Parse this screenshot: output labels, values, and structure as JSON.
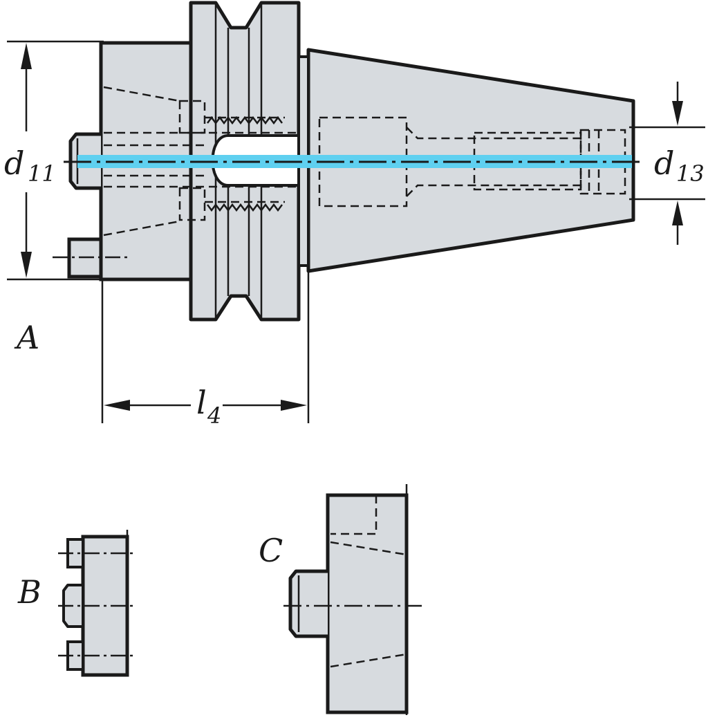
{
  "dimensions": {
    "d11": {
      "symbol": "d",
      "subscript": "11"
    },
    "d13": {
      "symbol": "d",
      "subscript": "13"
    },
    "l4": {
      "symbol": "l",
      "subscript": "4"
    }
  },
  "variants": {
    "a": "A",
    "b": "B",
    "c": "C"
  },
  "colors": {
    "body_fill": "#d7dbdf",
    "outline": "#1a1a1a",
    "coolant_channel": "#5fd0f0"
  }
}
